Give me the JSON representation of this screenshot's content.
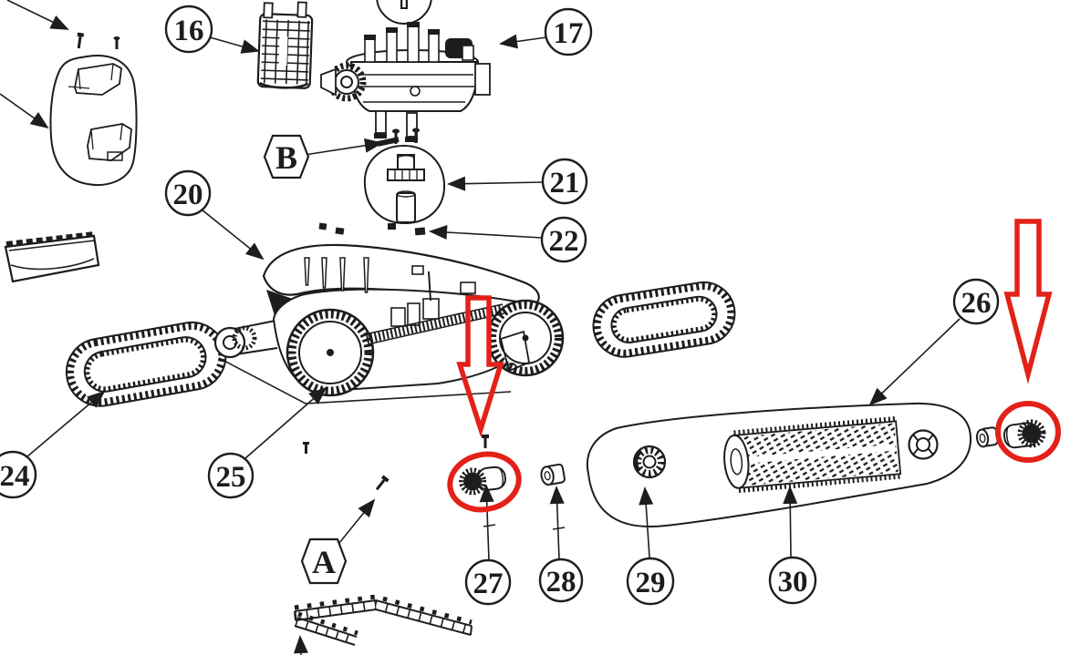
{
  "diagram": {
    "background_color": "#ffffff",
    "line_color": "#1d1d1d",
    "highlight_color": "#e32119",
    "callouts": {
      "c16": "16",
      "c17": "17",
      "c20": "20",
      "c21": "21",
      "c22": "22",
      "c24": "24",
      "c25": "25",
      "c26": "26",
      "c27": "27",
      "c28": "28",
      "c29": "29",
      "c30": "30"
    },
    "section_labels": {
      "a": "A",
      "b": "B"
    }
  }
}
